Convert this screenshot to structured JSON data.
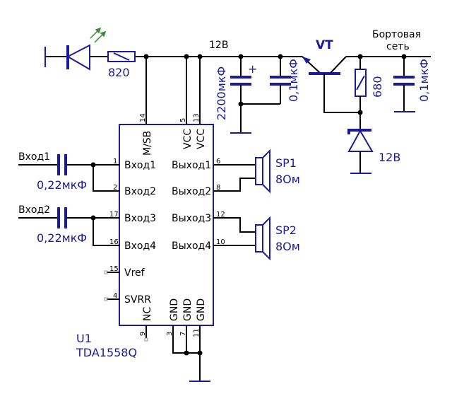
{
  "rail_label": "12В",
  "onboard_label_1": "Бортовая",
  "onboard_label_2": "сеть",
  "transistor": "VT",
  "led_resistor": "820",
  "c_bulk": "2200мкФ",
  "c_bulk_polarity": "+",
  "c_filter1": "0,1мкФ",
  "r_bias": "680",
  "c_filter2": "0,1мкФ",
  "zener": "12В",
  "input1_label": "Вход1",
  "input2_label": "Вход2",
  "c_in1": "0,22мкФ",
  "c_in2": "0,22мкФ",
  "ic": {
    "ref": "U1",
    "part": "TDA1558Q",
    "pins_left": [
      {
        "num": "1",
        "name": "Вход1"
      },
      {
        "num": "2",
        "name": "Вход2"
      },
      {
        "num": "17",
        "name": "Вход3"
      },
      {
        "num": "16",
        "name": "Вход4"
      },
      {
        "num": "15",
        "name": "Vref"
      },
      {
        "num": "4",
        "name": "SVRR"
      }
    ],
    "pins_right": [
      {
        "num": "6",
        "name": "Выход1"
      },
      {
        "num": "8",
        "name": "Выход2"
      },
      {
        "num": "12",
        "name": "Выход3"
      },
      {
        "num": "10",
        "name": "Выход4"
      }
    ],
    "pins_top": [
      {
        "num": "14",
        "name": "M/SB"
      },
      {
        "num": "5",
        "name": "VCC"
      },
      {
        "num": "13",
        "name": "VCC"
      }
    ],
    "pins_bottom": [
      {
        "num": "9",
        "name": "NC"
      },
      {
        "num": "3",
        "name": "GND"
      },
      {
        "num": "7",
        "name": "GND"
      },
      {
        "num": "11",
        "name": "GND"
      }
    ]
  },
  "speakers": [
    {
      "ref": "SP1",
      "value": "8Ом"
    },
    {
      "ref": "SP2",
      "value": "8Ом"
    }
  ],
  "colors": {
    "component": "#1a1a9c",
    "wire": "#000000",
    "led_light": "#3a8a3a"
  }
}
